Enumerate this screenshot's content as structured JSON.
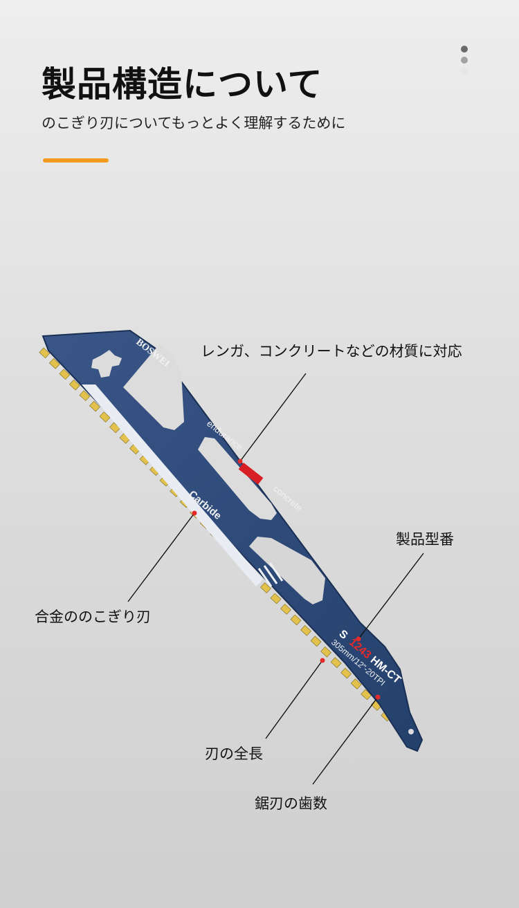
{
  "header": {
    "title": "製品構造について",
    "subtitle": "のこぎり刃についてもっとよく理解するために"
  },
  "colors": {
    "accent": "#f39a1e",
    "blade": "#2e4a78",
    "blade_dark": "#1f355c",
    "teeth": "#e2c24c",
    "marker": "#e32b2b"
  },
  "pagination": {
    "dots": [
      "#6a6a6a",
      "#a2a2a2",
      "#e6e6e6"
    ]
  },
  "blade": {
    "brand": "BOSWEI",
    "word_endurance": "endurance",
    "word_concrete": "concrete",
    "word_carbide": "Carbide",
    "model_prefix": "S",
    "model_number": "1243",
    "model_suffix": "HM-CT",
    "spec": "305mm/12\"-20TPI"
  },
  "callouts": {
    "material": "レンガ、コンクリートなどの材質に対応",
    "model": "製品型番",
    "alloy": "合金ののこぎり刃",
    "length": "刃の全長",
    "teeth_count": "鋸刃の歯数"
  }
}
